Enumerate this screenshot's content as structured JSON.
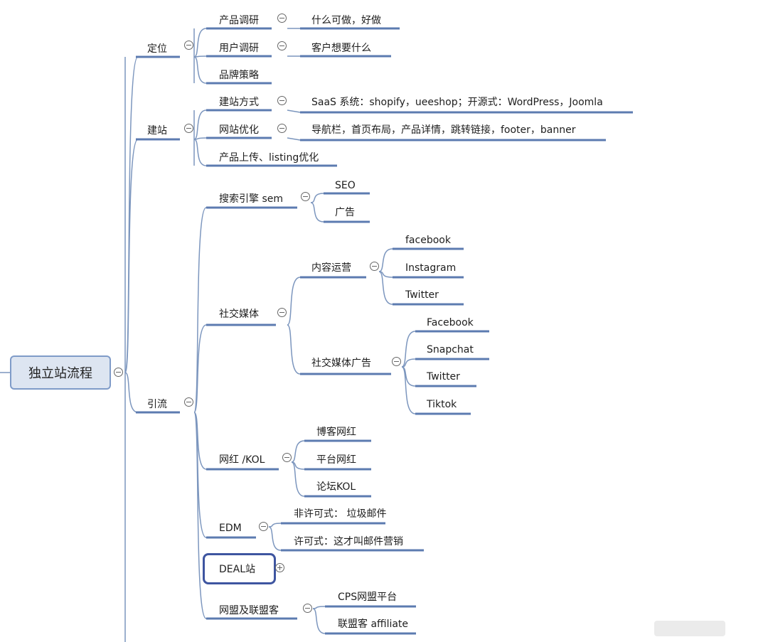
{
  "root": "独立站流程",
  "branches": {
    "dingwei": {
      "label": "定位",
      "children": {
        "c1": {
          "label": "产品调研",
          "note": "什么可做，好做"
        },
        "c2": {
          "label": "用户调研",
          "note": "客户想要什么"
        },
        "c3": {
          "label": "品牌策略"
        }
      }
    },
    "jianzhan": {
      "label": "建站",
      "children": {
        "c1": {
          "label": "建站方式",
          "note": "SaaS 系统：shopify，ueeshop；开源式：WordPress，Joomla"
        },
        "c2": {
          "label": "网站优化",
          "note": "导航栏，首页布局，产品详情，跳转链接，footer，banner"
        },
        "c3": {
          "label": "产品上传、listing优化"
        }
      }
    },
    "yinliu": {
      "label": "引流",
      "children": {
        "sem": {
          "label": "搜索引擎 sem",
          "items": [
            "SEO",
            "广告"
          ]
        },
        "social": {
          "label": "社交媒体",
          "content": {
            "label": "内容运营",
            "items": [
              "facebook",
              "Instagram",
              "Twitter"
            ]
          },
          "ads": {
            "label": "社交媒体广告",
            "items": [
              "Facebook",
              "Snapchat",
              "Twitter",
              "Tiktok"
            ]
          }
        },
        "kol": {
          "label": "网红 /KOL",
          "items": [
            "博客网红",
            "平台网红",
            "论坛KOL"
          ]
        },
        "edm": {
          "label": "EDM",
          "items": [
            "非许可式：  垃圾邮件",
            "许可式：这才叫邮件营销"
          ]
        },
        "deal": {
          "label": "DEAL站"
        },
        "affiliate": {
          "label": "网盟及联盟客",
          "items": [
            "CPS网盟平台",
            "联盟客 affiliate"
          ]
        }
      }
    }
  }
}
